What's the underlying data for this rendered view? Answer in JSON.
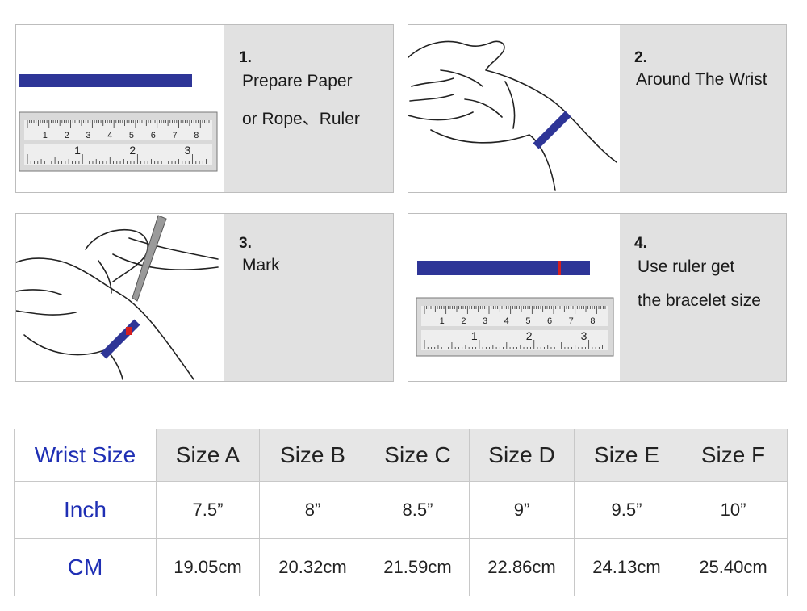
{
  "steps": [
    {
      "number": "1.",
      "lines": [
        "Prepare Paper",
        "or  Rope、Ruler"
      ]
    },
    {
      "number": "2.",
      "lines": [
        "Around The Wrist"
      ]
    },
    {
      "number": "3.",
      "lines": [
        "Mark"
      ]
    },
    {
      "number": "4.",
      "lines": [
        "Use ruler get",
        "the bracelet size"
      ]
    }
  ],
  "ruler": {
    "inch_labels": [
      "1",
      "2",
      "3",
      "4",
      "5",
      "6",
      "7",
      "8"
    ],
    "cm_labels": [
      "1",
      "2",
      "3"
    ]
  },
  "colors": {
    "strip": "#2e3597",
    "mark": "#d61f1f",
    "panel_text_bg": "#e1e1e1",
    "accent_text": "#1f2fb4"
  },
  "table": {
    "header": [
      "Wrist Size",
      "Size A",
      "Size B",
      "Size C",
      "Size D",
      "Size E",
      "Size F"
    ],
    "rows": [
      {
        "label": "Inch",
        "values": [
          "7.5”",
          "8”",
          "8.5”",
          "9”",
          "9.5”",
          "10”"
        ]
      },
      {
        "label": "CM",
        "values": [
          "19.05cm",
          "20.32cm",
          "21.59cm",
          "22.86cm",
          "24.13cm",
          "25.40cm"
        ]
      }
    ]
  }
}
